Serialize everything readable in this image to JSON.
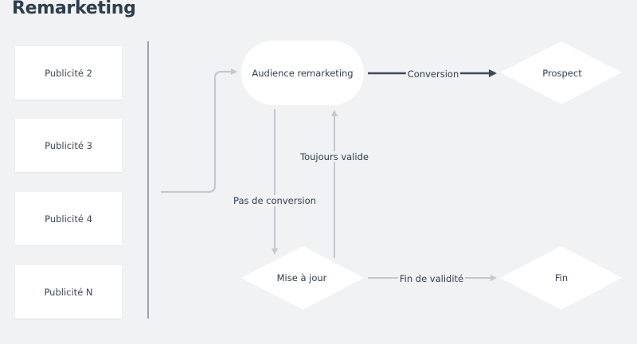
{
  "title": "Remarketing",
  "ads": [
    {
      "label": "Publicité 2"
    },
    {
      "label": "Publicité 3"
    },
    {
      "label": "Publicité 4"
    },
    {
      "label": "Publicité N"
    }
  ],
  "nodes": {
    "audience": "Audience remarketing",
    "prospect": "Prospect",
    "update": "Mise à jour",
    "end": "Fin"
  },
  "edges": {
    "conversion": "Conversion",
    "still_valid": "Toujours valide",
    "no_conversion": "Pas de conversion",
    "end_of_validity": "Fin de validité"
  },
  "colors": {
    "background": "#f0f2f4",
    "node_fill": "#ffffff",
    "strong_edge": "#3f4a57",
    "light_edge": "#c4c9ce",
    "text": "#2f3d4d"
  }
}
